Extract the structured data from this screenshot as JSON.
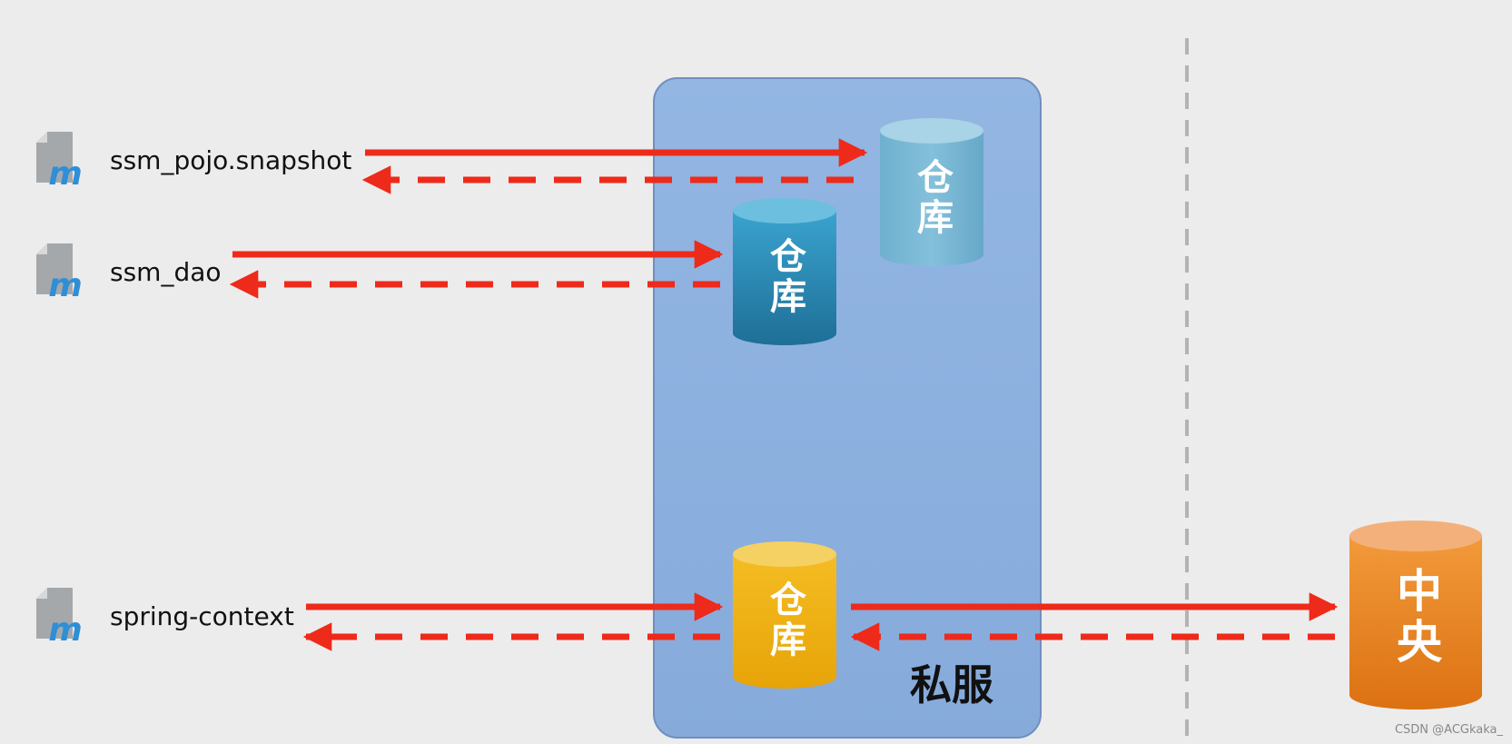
{
  "modules": [
    {
      "name": "ssm_pojo.snapshot",
      "icon": "maven-file-icon"
    },
    {
      "name": "ssm_dao",
      "icon": "maven-file-icon"
    },
    {
      "name": "spring-context",
      "icon": "maven-file-icon"
    }
  ],
  "repositories": {
    "snapshot": {
      "label": "仓库",
      "color": "#74b5d3"
    },
    "release": {
      "label": "仓库",
      "color": "#2f8db8"
    },
    "third_party": {
      "label": "仓库",
      "color": "#f0b21a"
    },
    "central": {
      "label": "中央",
      "color": "#ec8a2b"
    }
  },
  "private_server": {
    "label": "私服",
    "color": "#8eb2e0"
  },
  "arrow_color": "#ee2a1a",
  "watermark": "CSDN @ACGkaka_"
}
